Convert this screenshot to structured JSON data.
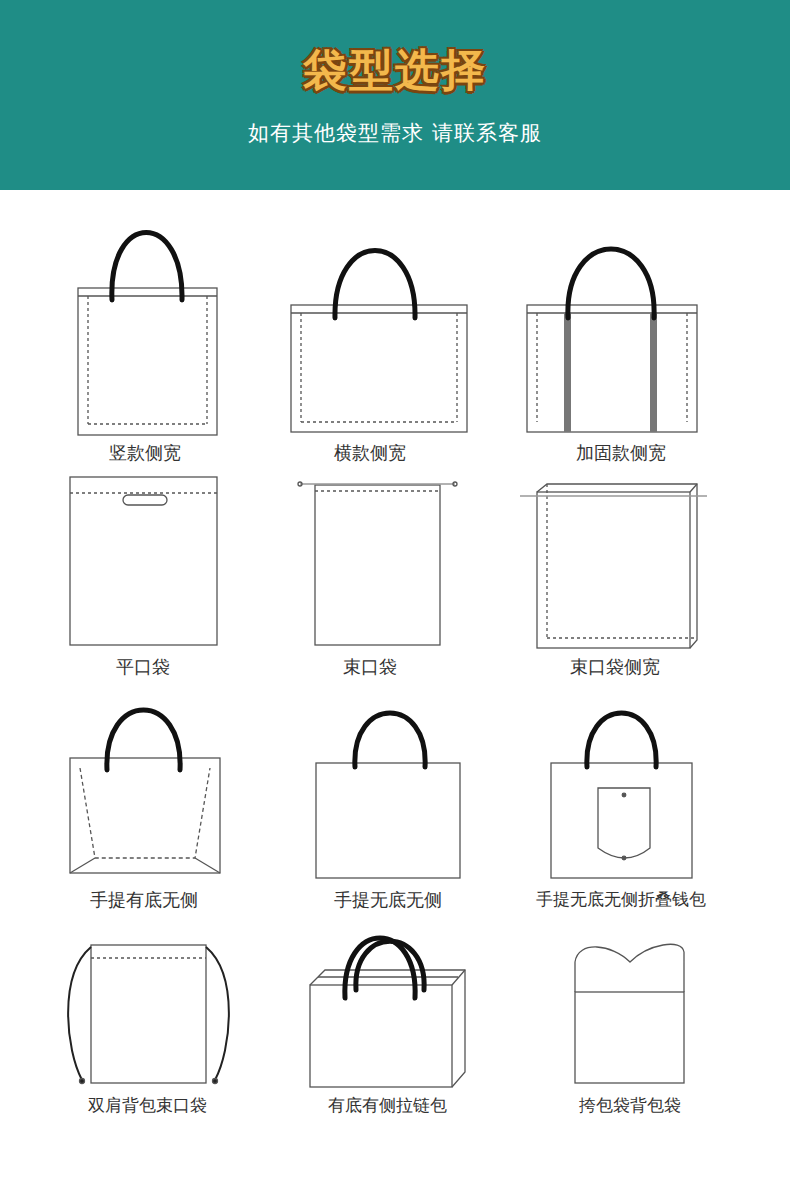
{
  "diagram": {
    "title": "袋型选择",
    "labels": [
      "如有其他袋型需求 请联系客服",
      "竖款侧宽",
      "横款侧宽",
      "加固款侧宽",
      "平口袋",
      "束口袋",
      "束口袋侧宽",
      "手提有底无侧",
      "手提无底无侧",
      "手提无底无侧折叠钱包",
      "双肩背包束口袋",
      "有底有侧拉链包",
      "挎包袋背包袋"
    ]
  }
}
